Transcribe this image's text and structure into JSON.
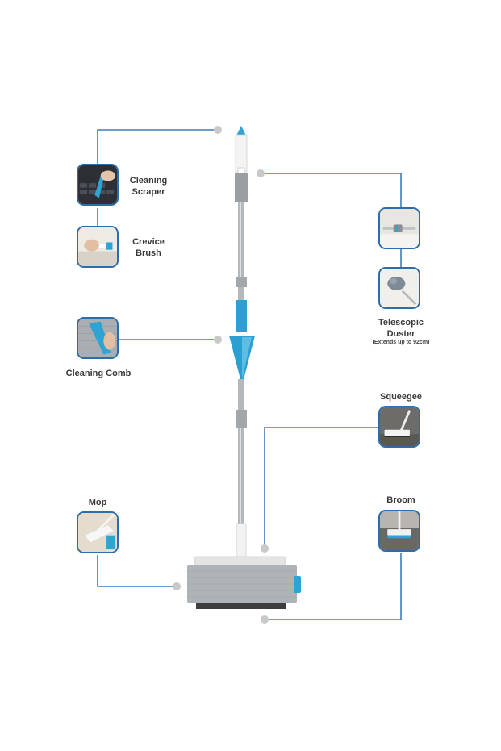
{
  "colors": {
    "line": "#3d7db8",
    "frame": "#2f6da8",
    "dot": "#c4c4c4",
    "accent_blue": "#2ea3d4",
    "pad_grey": "#aeb3b6",
    "handle_steel": "#b9bcbe"
  },
  "callouts": {
    "cleaning_scraper": {
      "line1": "Cleaning",
      "line2": "Scraper"
    },
    "crevice_brush": {
      "line1": "Crevice",
      "line2": "Brush"
    },
    "cleaning_comb": {
      "label": "Cleaning Comb"
    },
    "telescopic_duster": {
      "line1": "Telescopic",
      "line2": "Duster",
      "note": "(Extends up to 92cm)"
    },
    "squeegee": {
      "label": "Squeegee"
    },
    "broom": {
      "label": "Broom"
    },
    "mop": {
      "label": "Mop"
    }
  },
  "icons": [
    "scraper-thumbnail",
    "crevice-brush-thumbnail",
    "cleaning-comb-thumbnail",
    "duster-joint-thumbnail",
    "duster-thumbnail",
    "squeegee-thumbnail",
    "broom-thumbnail",
    "mop-thumbnail"
  ]
}
